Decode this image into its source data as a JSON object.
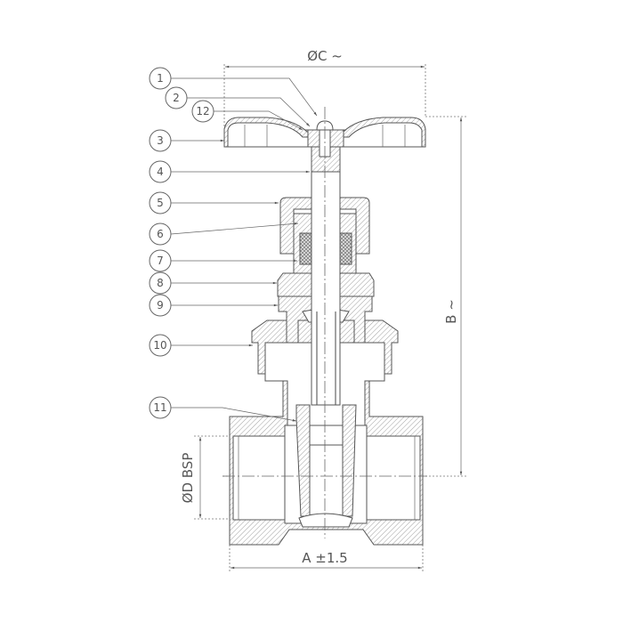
{
  "dimensions": {
    "handwheel_diameter": "ØC ~",
    "height": "B ~",
    "thread": "ØD BSP",
    "length": "A ±1.5"
  },
  "callouts": [
    "1",
    "2",
    "12",
    "3",
    "4",
    "5",
    "6",
    "7",
    "8",
    "9",
    "10",
    "11"
  ],
  "colors": {
    "line": "#555555",
    "background": "#ffffff"
  }
}
